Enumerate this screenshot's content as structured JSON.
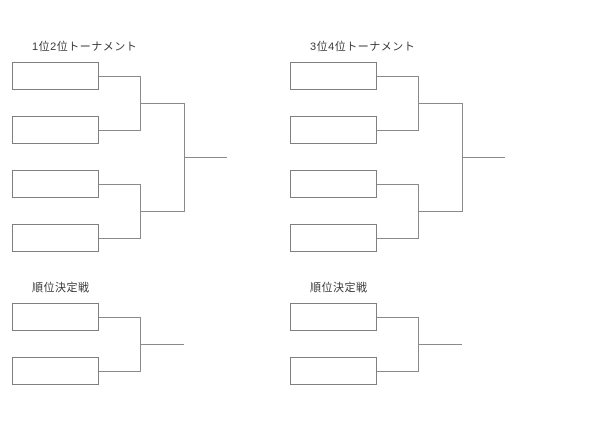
{
  "page": {
    "background_color": "#ffffff",
    "line_color": "#8a8a8a",
    "box_border_color": "#7f7f7f",
    "text_color": "#3a3a3a"
  },
  "brackets": {
    "top_left": {
      "title": "1位2位トーナメント",
      "slot_count": 4
    },
    "top_right": {
      "title": "3位4位トーナメント",
      "slot_count": 4
    },
    "bottom_left": {
      "title": "順位決定戦",
      "slot_count": 2
    },
    "bottom_right": {
      "title": "順位決定戦",
      "slot_count": 2
    }
  }
}
